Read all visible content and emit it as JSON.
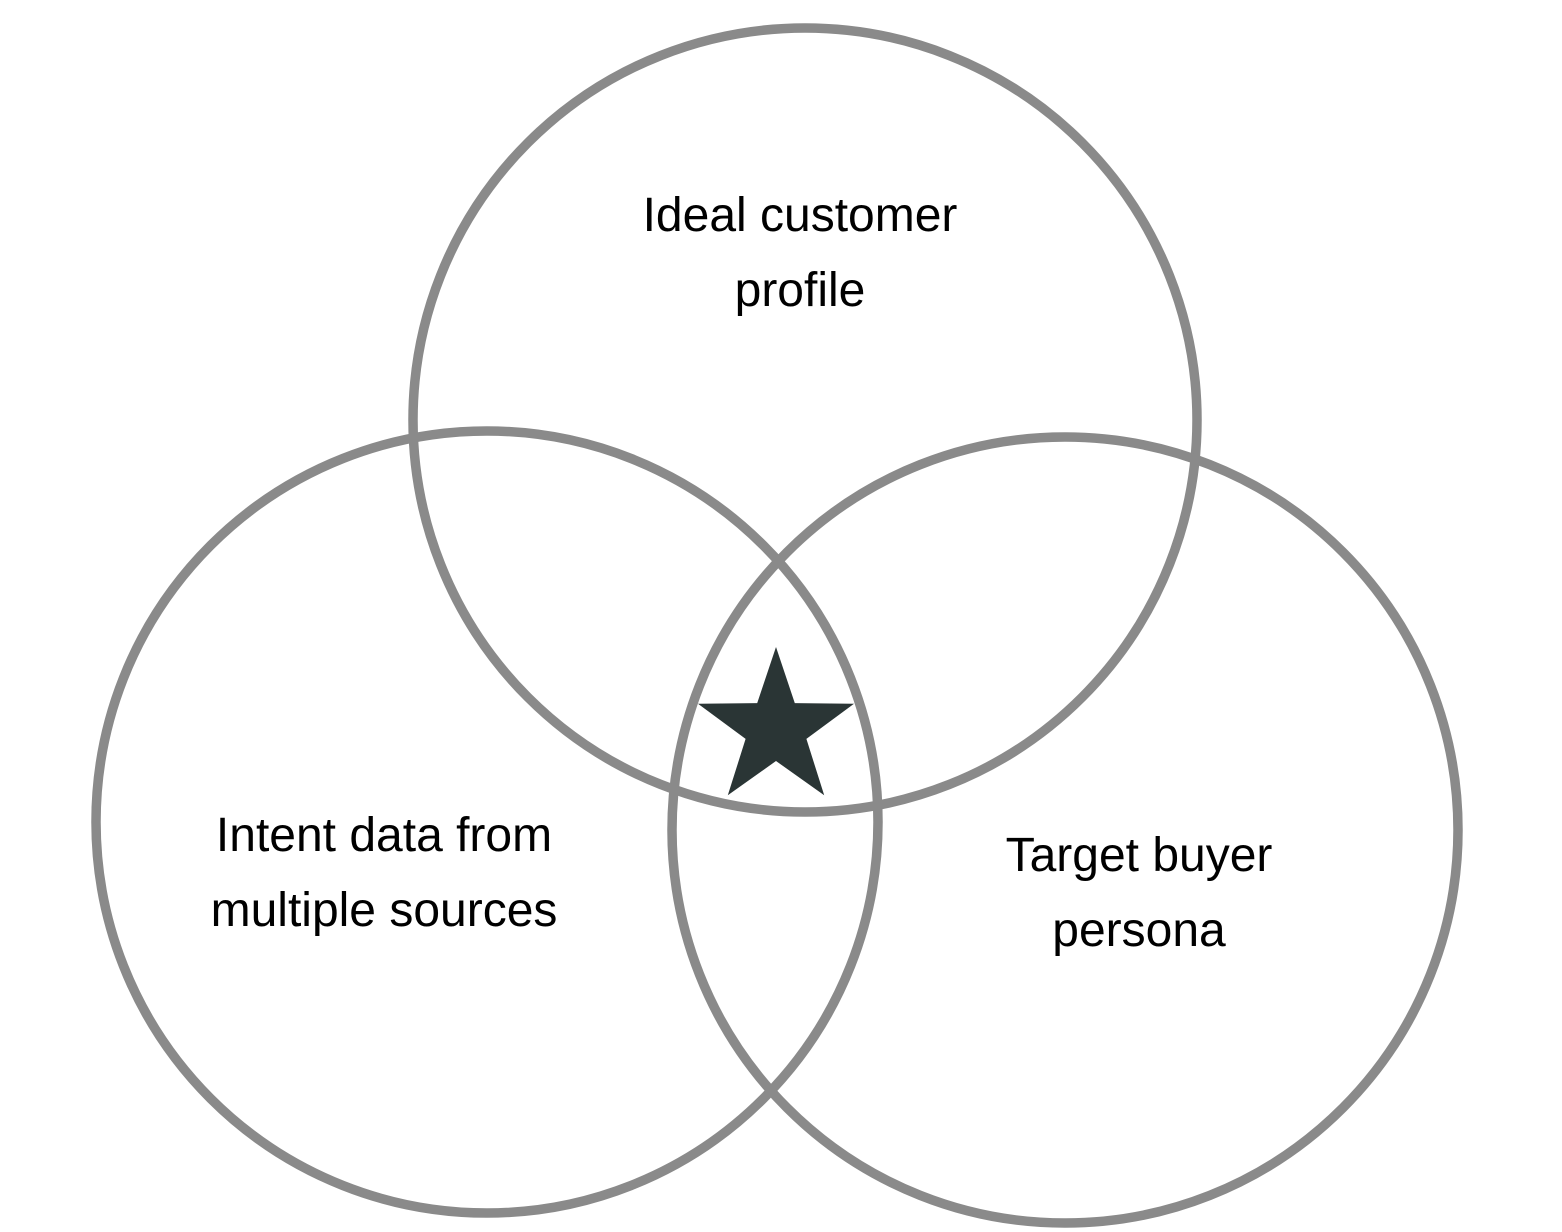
{
  "diagram": {
    "type": "venn-3-circle",
    "colors": {
      "circle_stroke": "#8a8a8a",
      "star_fill": "#2a3535",
      "label_text": "#000000",
      "background": "#ffffff"
    },
    "circles": [
      {
        "id": "top",
        "label": "Ideal customer profile",
        "label_lines": [
          "Ideal customer",
          "profile"
        ]
      },
      {
        "id": "bottom-left",
        "label": "Intent data from multiple sources",
        "label_lines": [
          "Intent data from",
          "multiple sources"
        ]
      },
      {
        "id": "bottom-right",
        "label": "Target buyer persona",
        "label_lines": [
          "Target buyer",
          "persona"
        ]
      }
    ],
    "center_marker": "star"
  }
}
